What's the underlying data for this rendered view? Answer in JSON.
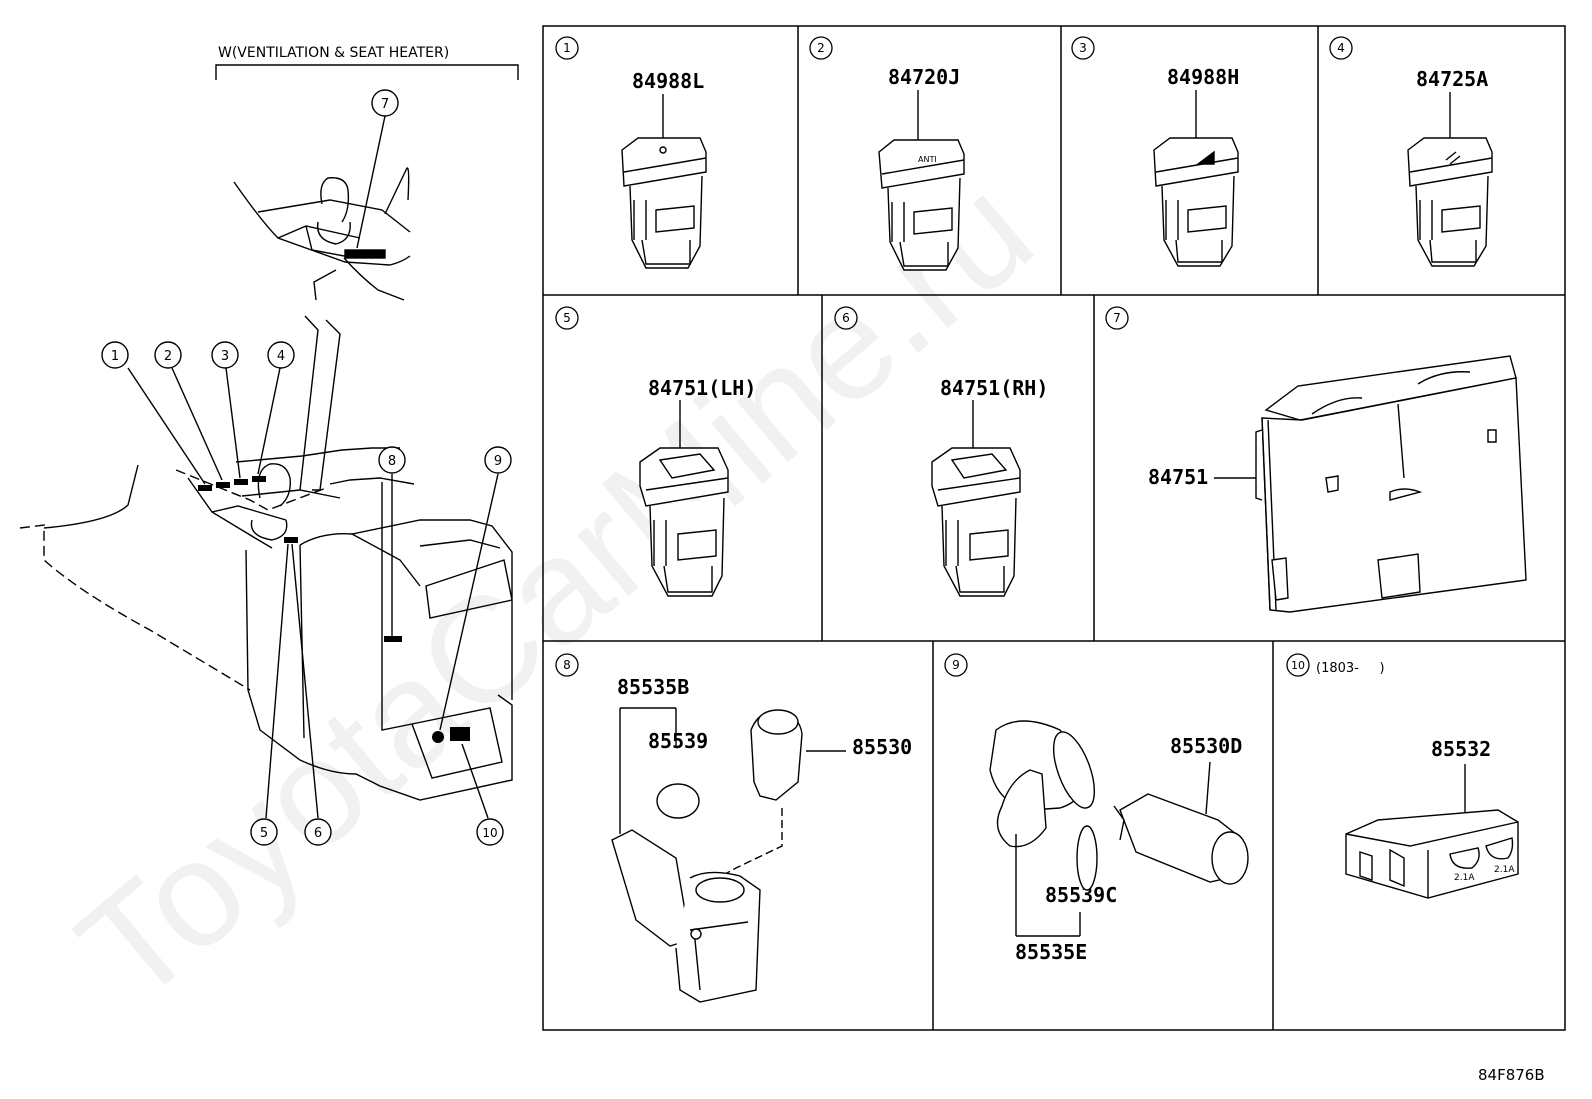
{
  "overview": {
    "variant_label": "W(VENTILATION & SEAT HEATER)",
    "callouts": [
      "1",
      "2",
      "3",
      "4",
      "5",
      "6",
      "7",
      "8",
      "9",
      "10"
    ]
  },
  "panels": [
    {
      "index": "1",
      "parts": [
        "84988L"
      ]
    },
    {
      "index": "2",
      "parts": [
        "84720J"
      ]
    },
    {
      "index": "3",
      "parts": [
        "84988H"
      ]
    },
    {
      "index": "4",
      "parts": [
        "84725A"
      ]
    },
    {
      "index": "5",
      "parts": [
        "84751(LH)"
      ]
    },
    {
      "index": "6",
      "parts": [
        "84751(RH)"
      ]
    },
    {
      "index": "7",
      "parts": [
        "84751"
      ]
    },
    {
      "index": "8",
      "parts": [
        "85535B",
        "85539",
        "85530"
      ]
    },
    {
      "index": "9",
      "parts": [
        "85530D",
        "85539C",
        "85535E"
      ]
    },
    {
      "index": "10",
      "note": "(1803-     )",
      "parts": [
        "85532"
      ]
    }
  ],
  "socket_labels": [
    "2.1A",
    "2.1A"
  ],
  "watermark": "ToyotaCarMine.ru",
  "diagram_code": "84F876B"
}
